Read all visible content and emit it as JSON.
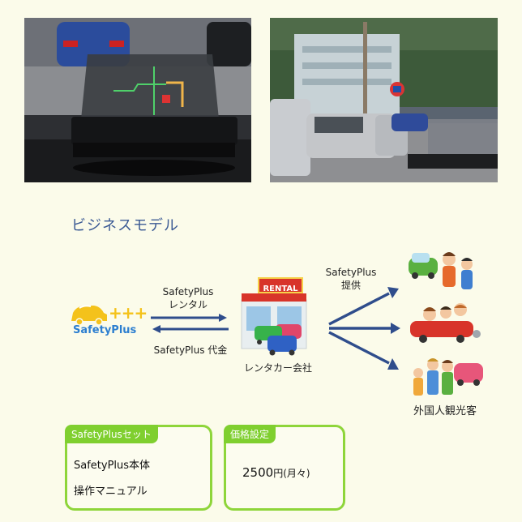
{
  "section_title": "ビジネスモデル",
  "left_flow": {
    "rental_label_line1": "SafetyPlus",
    "rental_label_line2": "レンタル",
    "fee_label": "SafetyPlus  代金"
  },
  "logo": {
    "text": "SafetyPlus",
    "plus_marks": "+++"
  },
  "rental_company": {
    "sign_text": "RENTAL",
    "label": "レンタカー会社"
  },
  "right_flow": {
    "provide_line1": "SafetyPlus",
    "provide_line2": "提供"
  },
  "customers_label": "外国人観光客",
  "set_box": {
    "tag": "SafetyPlusセット",
    "items": [
      "SafetyPlus本体",
      "操作マニュアル"
    ]
  },
  "price_box": {
    "tag": "価格設定",
    "price": "2500",
    "unit": "円(月々)"
  },
  "colors": {
    "accent_green": "#8ed53a",
    "title_blue": "#3b5a94",
    "arrow_blue": "#2f4d8c",
    "logo_yellow": "#f4c21b"
  }
}
